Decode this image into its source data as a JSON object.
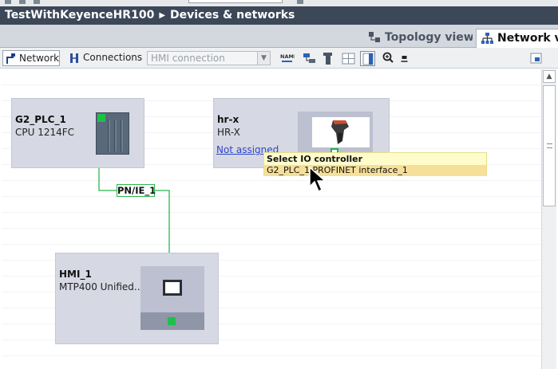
{
  "project": {
    "name": "TestWithKeyenceHR100",
    "section": "Devices & networks"
  },
  "tabs": {
    "topology": "Topology view",
    "network": "Network view"
  },
  "toolbar": {
    "network_label": "Network",
    "connections_label": "Connections",
    "connection_type": "HMI connection"
  },
  "devices": {
    "plc": {
      "name": "G2_PLC_1",
      "type": "CPU 1214FC"
    },
    "hrx": {
      "name": "hr-x",
      "type": "HR-X",
      "status_link": "Not assigned"
    },
    "hmi": {
      "name": "HMI_1",
      "type": "MTP400 Unified..."
    }
  },
  "network_line": {
    "label": "PN/IE_1"
  },
  "popup": {
    "title": "Select IO controller",
    "items": [
      "G2_PLC_1.PROFINET interface_1"
    ]
  },
  "colors": {
    "titlebar": "#3c4758",
    "device_box": "#d6d8e3",
    "network_line": "#2ab84c",
    "link": "#2d47c8",
    "popup_bg": "#fffccc",
    "popup_selection": "#f6df99"
  }
}
